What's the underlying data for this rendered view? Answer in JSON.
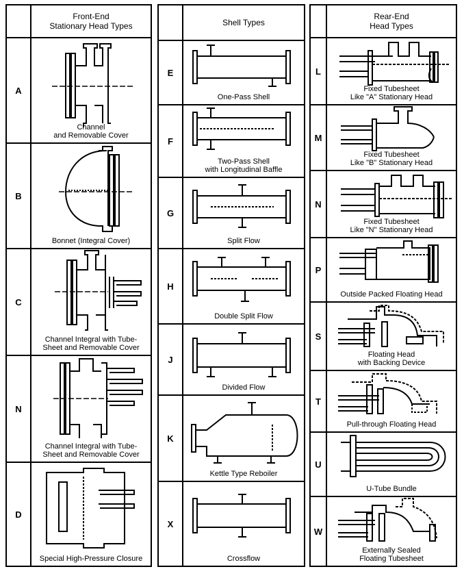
{
  "front_end": {
    "title": "Front-End\nStationary Head Types",
    "rows": [
      {
        "letter": "A",
        "caption": "Channel\nand Removable Cover",
        "icon": "channel-removable-cover"
      },
      {
        "letter": "B",
        "caption": "Bonnet (Integral Cover)",
        "icon": "bonnet"
      },
      {
        "letter": "C",
        "caption": "Channel Integral with Tube-\nSheet and Removable Cover",
        "icon": "channel-integral-tubesheet"
      },
      {
        "letter": "N",
        "caption": "Channel Integral with Tube-\nSheet and Removable Cover",
        "icon": "channel-integral-tubesheet-n"
      },
      {
        "letter": "D",
        "caption": "Special High-Pressure Closure",
        "icon": "high-pressure-closure"
      }
    ]
  },
  "shell": {
    "title": "Shell Types",
    "rows": [
      {
        "letter": "E",
        "caption": "One-Pass Shell",
        "icon": "one-pass-shell"
      },
      {
        "letter": "F",
        "caption": "Two-Pass Shell\nwith Longitudinal Baffle",
        "icon": "two-pass-shell"
      },
      {
        "letter": "G",
        "caption": "Split Flow",
        "icon": "split-flow"
      },
      {
        "letter": "H",
        "caption": "Double Split Flow",
        "icon": "double-split-flow"
      },
      {
        "letter": "J",
        "caption": "Divided Flow",
        "icon": "divided-flow"
      },
      {
        "letter": "K",
        "caption": "Kettle Type Reboiler",
        "icon": "kettle-reboiler"
      },
      {
        "letter": "X",
        "caption": "Crossflow",
        "icon": "crossflow"
      }
    ]
  },
  "rear_end": {
    "title": "Rear-End\nHead Types",
    "rows": [
      {
        "letter": "L",
        "caption": "Fixed Tubesheet\nLike \"A\" Stationary Head",
        "icon": "fixed-tubesheet-a"
      },
      {
        "letter": "M",
        "caption": "Fixed Tubesheet\nLike \"B\" Stationary Head",
        "icon": "fixed-tubesheet-b"
      },
      {
        "letter": "N",
        "caption": "Fixed Tubesheet\nLike \"N\" Stationary Head",
        "icon": "fixed-tubesheet-n"
      },
      {
        "letter": "P",
        "caption": "Outside Packed Floating Head",
        "icon": "outside-packed-floating-head"
      },
      {
        "letter": "S",
        "caption": "Floating Head\nwith Backing Device",
        "icon": "floating-head-backing"
      },
      {
        "letter": "T",
        "caption": "Pull-through Floating Head",
        "icon": "pull-through-floating-head"
      },
      {
        "letter": "U",
        "caption": "U-Tube Bundle",
        "icon": "u-tube-bundle"
      },
      {
        "letter": "W",
        "caption": "Externally Sealed\nFloating Tubesheet",
        "icon": "externally-sealed-tubesheet"
      }
    ]
  }
}
